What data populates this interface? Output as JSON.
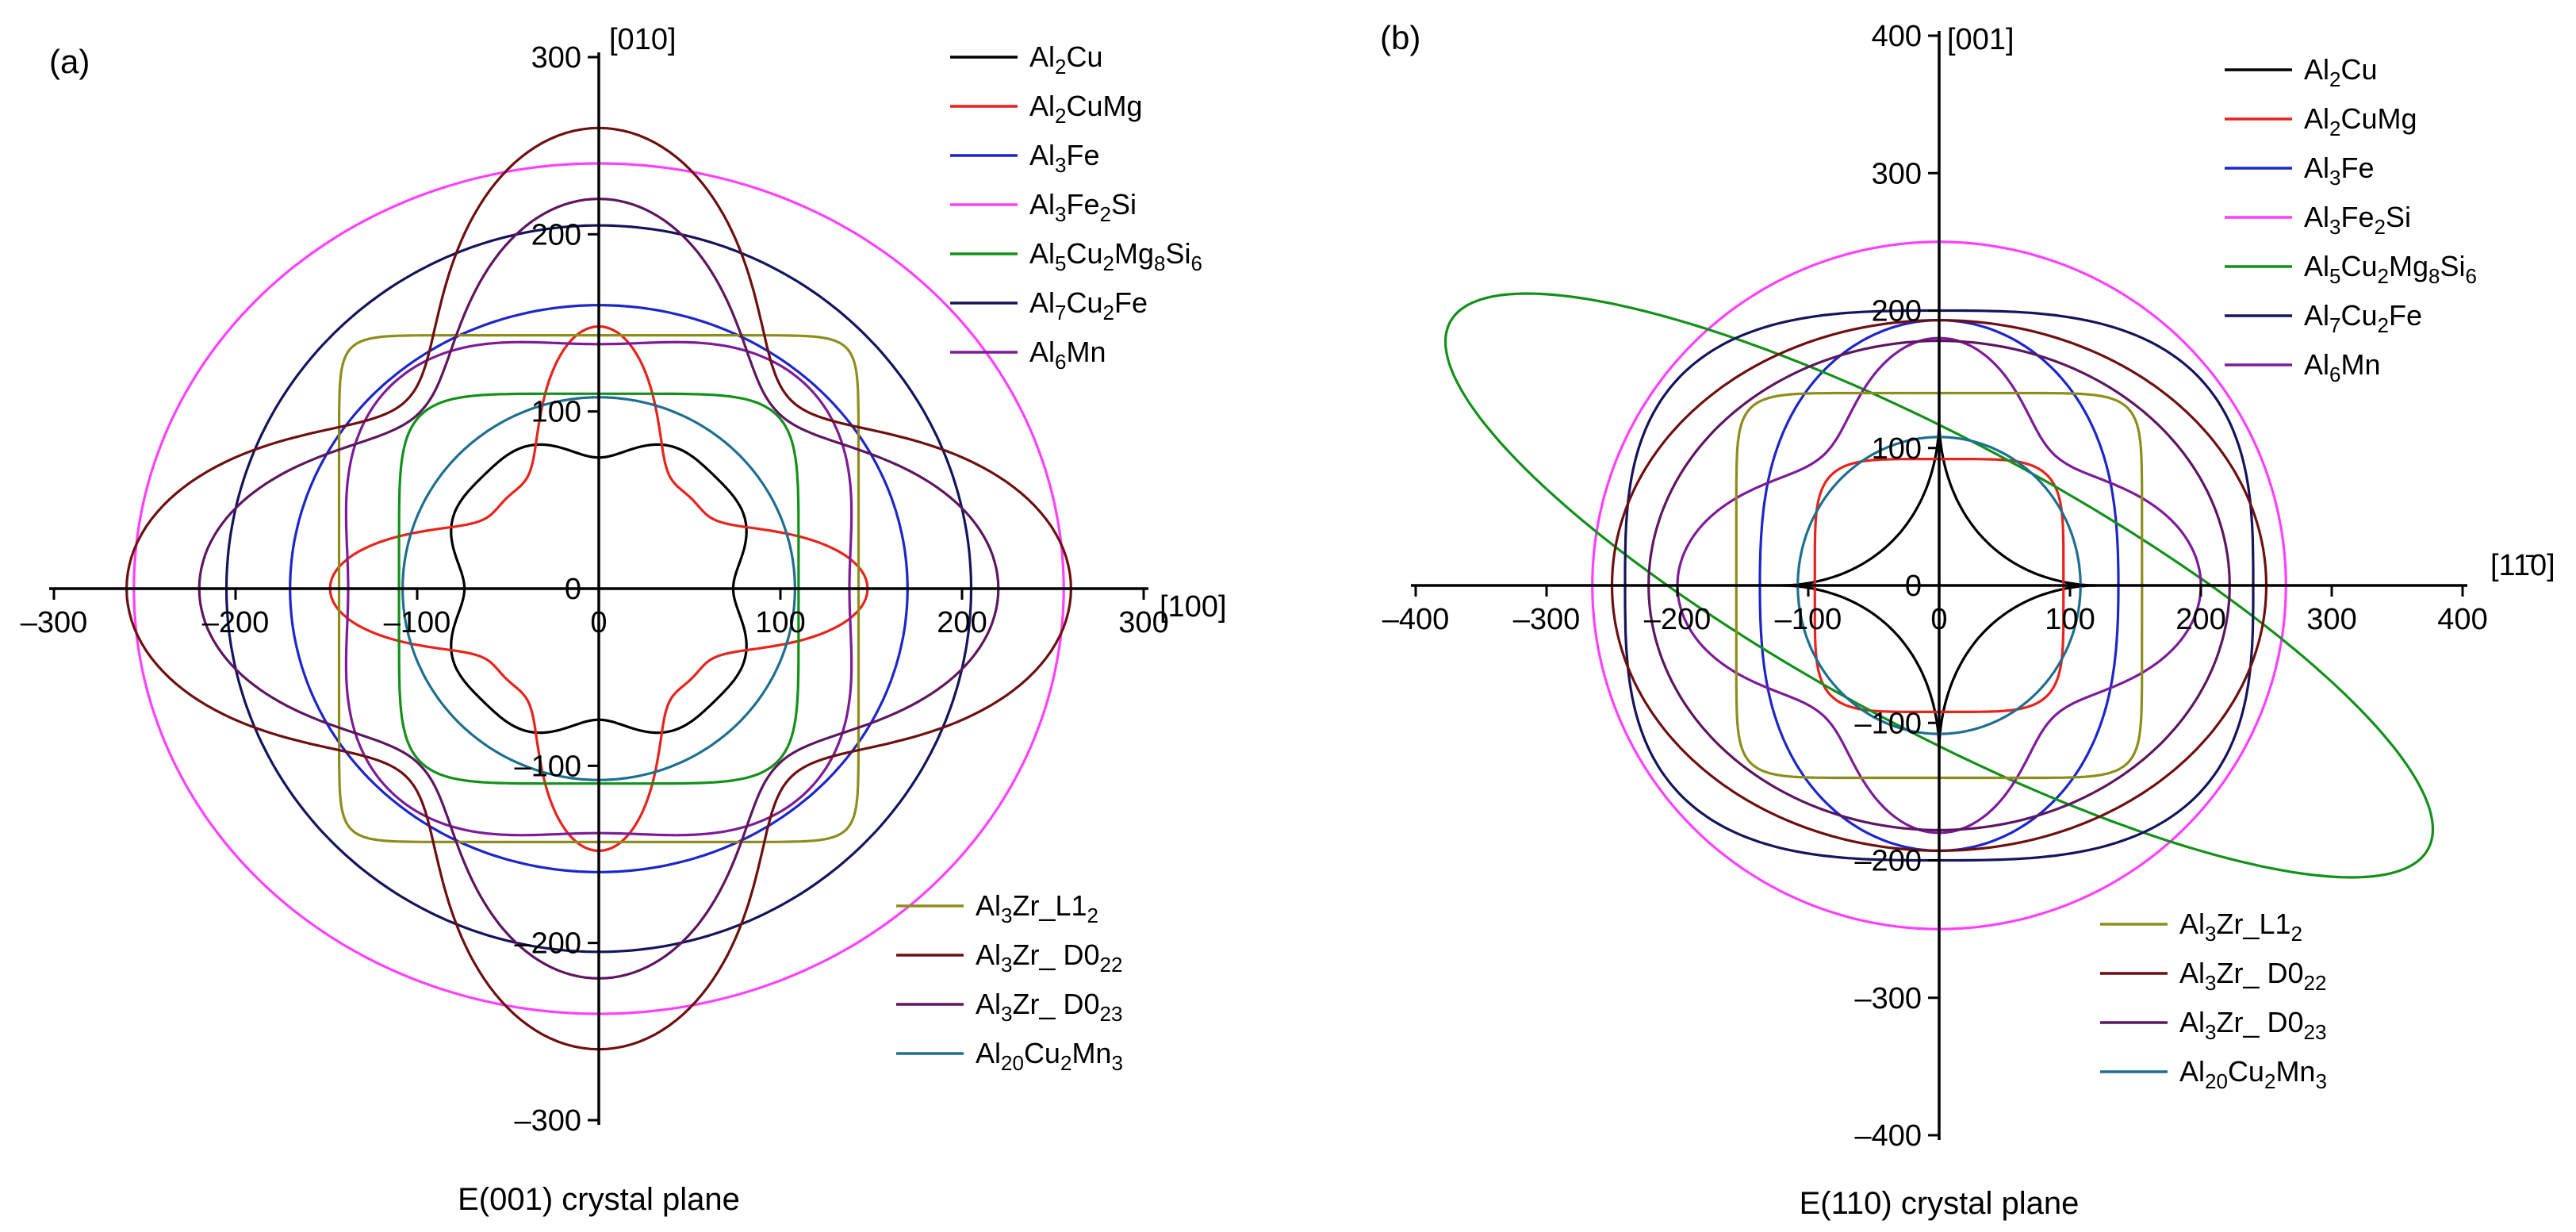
{
  "chart_data": [
    {
      "type": "line",
      "panel_label": "(a)",
      "caption": "E(001) crystal plane",
      "x_direction": "[100]",
      "y_direction": "[010]",
      "xlim": [
        -300,
        300
      ],
      "ylim": [
        -300,
        300
      ],
      "xticks": [
        "–300",
        "–200",
        "–100",
        "0",
        "100",
        "200",
        "300"
      ],
      "yticks": [
        "–300",
        "–200",
        "–100",
        "0",
        "100",
        "200",
        "300"
      ],
      "grid": false,
      "legend": [
        {
          "label": "Al2Cu",
          "color": "#000000"
        },
        {
          "label": "Al2CuMg",
          "color": "#e8231b"
        },
        {
          "label": "Al3Fe",
          "color": "#1d27c9"
        },
        {
          "label": "Al3Fe2Si",
          "color": "#ff40ff"
        },
        {
          "label": "Al5Cu2Mg8Si6",
          "color": "#13901a"
        },
        {
          "label": "Al7Cu2Fe",
          "color": "#14155a"
        },
        {
          "label": "Al6Mn",
          "color": "#7d1b98"
        },
        {
          "label": "Al3Zr_L12",
          "color": "#8e8d1c"
        },
        {
          "label": "Al3Zr_ D022",
          "color": "#6e0f10"
        },
        {
          "label": "Al3Zr_ D023",
          "color": "#5e1660"
        },
        {
          "label": "Al20Cu2Mn3",
          "color": "#1e6f8f"
        }
      ],
      "series": [
        {
          "name": "Al2Cu",
          "color": "#000000",
          "model": "polar",
          "a0": 85,
          "a4": -8,
          "b4": 0,
          "a8": -3,
          "c2": 0,
          "c1": 0
        },
        {
          "name": "Al2CuMg",
          "color": "#e8231b",
          "model": "polar",
          "a0": 100,
          "a4": 38,
          "b4": 0,
          "a8": 10,
          "c2": 0,
          "c1": 0
        },
        {
          "name": "Al3Fe",
          "color": "#1d27c9",
          "model": "polar",
          "a0": 165,
          "a4": 0,
          "b4": 0,
          "a8": 0,
          "c2": 5,
          "c1": 0
        },
        {
          "name": "Al3Fe2Si",
          "color": "#ff40ff",
          "model": "polar",
          "a0": 248,
          "a4": 0,
          "b4": 0,
          "a8": 0,
          "c2": 8,
          "c1": 0
        },
        {
          "name": "Al5Cu2Mg8Si6",
          "color": "#13901a",
          "model": "superellipse",
          "ax": 110,
          "ay": 110,
          "p": 6
        },
        {
          "name": "Al7Cu2Fe",
          "color": "#14155a",
          "model": "polar",
          "a0": 205,
          "a4": 0,
          "b4": 0,
          "a8": 0,
          "c2": 0,
          "c1": 0
        },
        {
          "name": "Al6Mn",
          "color": "#7d1b98",
          "model": "polar",
          "a0": 150,
          "a4": 38,
          "b4": 50,
          "a8": 0,
          "c2": 0,
          "c1": 0
        },
        {
          "name": "Al3Zr_L12",
          "color": "#8e8d1c",
          "model": "superellipse",
          "ax": 143,
          "ay": 143,
          "p": 14
        },
        {
          "name": "Al3Zr_ D022",
          "color": "#6e0f10",
          "model": "polar",
          "a0": 205,
          "a4": 0,
          "b4": -55,
          "a8": 0,
          "c2": 0,
          "c1": 0
        },
        {
          "name": "Al3Zr_ D023",
          "color": "#5e1660",
          "model": "polar",
          "a0": 180,
          "a4": 0,
          "b4": -40,
          "a8": 0,
          "c2": 0,
          "c1": 0
        },
        {
          "name": "Al20Cu2Mn3",
          "color": "#1e6f8f",
          "model": "polar",
          "a0": 108,
          "a4": 0,
          "b4": 0,
          "a8": 0,
          "c2": 0,
          "c1": 0
        }
      ]
    },
    {
      "type": "line",
      "panel_label": "(b)",
      "caption": "E(110) crystal plane",
      "x_direction": "[11̄0]",
      "y_direction": "[001]",
      "xlim": [
        -400,
        400
      ],
      "ylim": [
        -400,
        400
      ],
      "xticks": [
        "–400",
        "–300",
        "–200",
        "–100",
        "0",
        "100",
        "200",
        "300",
        "400"
      ],
      "yticks": [
        "–400",
        "–300",
        "–200",
        "–100",
        "0",
        "100",
        "200",
        "300",
        "400"
      ],
      "grid": false,
      "legend": [
        {
          "label": "Al2Cu",
          "color": "#000000"
        },
        {
          "label": "Al2CuMg",
          "color": "#e8231b"
        },
        {
          "label": "Al3Fe",
          "color": "#1d27c9"
        },
        {
          "label": "Al3Fe2Si",
          "color": "#ff40ff"
        },
        {
          "label": "Al5Cu2Mg8Si6",
          "color": "#13901a"
        },
        {
          "label": "Al7Cu2Fe",
          "color": "#14155a"
        },
        {
          "label": "Al6Mn",
          "color": "#7d1b98"
        },
        {
          "label": "Al3Zr_L12",
          "color": "#8e8d1c"
        },
        {
          "label": "Al3Zr_ D022",
          "color": "#6e0f10"
        },
        {
          "label": "Al3Zr_ D023",
          "color": "#5e1660"
        },
        {
          "label": "Al20Cu2Mn3",
          "color": "#1e6f8f"
        }
      ],
      "series": [
        {
          "name": "Al2Cu",
          "color": "#000000",
          "model": "cross",
          "a": 120,
          "b": 18,
          "p": 0.55
        },
        {
          "name": "Al2CuMg",
          "color": "#e8231b",
          "model": "superellipse",
          "ax": 95,
          "ay": 92,
          "p": 5
        },
        {
          "name": "Al3Fe",
          "color": "#1d27c9",
          "model": "polar",
          "a0": 165,
          "a4": 0,
          "b4": 0,
          "a8": 0,
          "c2": -28,
          "c1": 0
        },
        {
          "name": "Al3Fe2Si",
          "color": "#ff40ff",
          "model": "ellipse",
          "ax": 265,
          "ay": 250,
          "rot": 0
        },
        {
          "name": "Al5Cu2Mg8Si6",
          "color": "#13901a",
          "model": "ellipse",
          "ax": 420,
          "ay": 105,
          "rot": -27
        },
        {
          "name": "Al7Cu2Fe",
          "color": "#14155a",
          "model": "superellipse",
          "ax": 240,
          "ay": 200,
          "p": 3
        },
        {
          "name": "Al6Mn",
          "color": "#7d1b98",
          "model": "polar",
          "a0": 160,
          "a4": 0,
          "b4": -30,
          "a8": 0,
          "c2": 10,
          "c1": 0
        },
        {
          "name": "Al3Zr_L12",
          "color": "#8e8d1c",
          "model": "superellipse",
          "ax": 155,
          "ay": 140,
          "p": 9
        },
        {
          "name": "Al3Zr_ D022",
          "color": "#6e0f10",
          "model": "ellipse",
          "ax": 250,
          "ay": 193,
          "rot": 0
        },
        {
          "name": "Al3Zr_ D023",
          "color": "#5e1660",
          "model": "ellipse",
          "ax": 222,
          "ay": 178,
          "rot": 0
        },
        {
          "name": "Al20Cu2Mn3",
          "color": "#1e6f8f",
          "model": "polar",
          "a0": 108,
          "a4": 0,
          "b4": 0,
          "a8": 0,
          "c2": 0,
          "c1": 0
        }
      ]
    }
  ]
}
